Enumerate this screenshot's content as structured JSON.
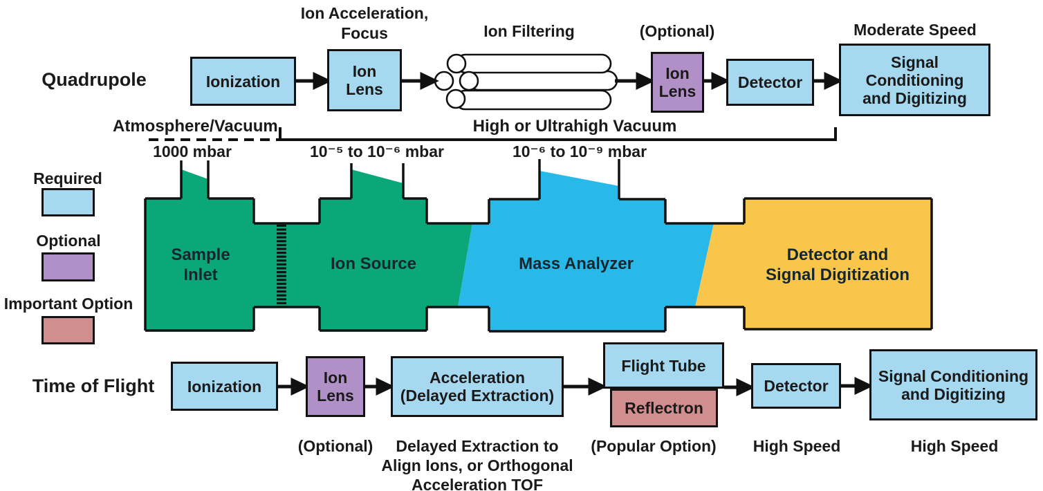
{
  "colors": {
    "required_blue": "#a6d8f0",
    "optional_purple": "#b190c8",
    "important_salmon": "#d18e8e",
    "green": "#0ba778",
    "blue": "#29b9e8",
    "yellow": "#f7c64b",
    "outline": "#111111"
  },
  "legend": {
    "required": "Required",
    "optional": "Optional",
    "important": "Important Option"
  },
  "quadrupole_row": {
    "row_label": "Quadrupole",
    "captions": {
      "ion_lens": "Ion Acceleration,\nFocus",
      "filtering": "Ion Filtering",
      "optional": "(Optional)",
      "signal": "Moderate Speed"
    },
    "boxes": {
      "ionization": "Ionization",
      "ion_lens": "Ion\nLens",
      "ion_lens_optional": "Ion\nLens",
      "detector": "Detector",
      "signal": "Signal Conditioning\nand Digitizing"
    }
  },
  "pressure": {
    "atmosphere": "Atmosphere/Vacuum",
    "vacuum": "High or Ultrahigh Vacuum",
    "p1": "1000 mbar",
    "p2": "10⁻⁵ to 10⁻⁶ mbar",
    "p3": "10⁻⁶ to 10⁻⁹ mbar"
  },
  "stages": {
    "sample_inlet": "Sample\nInlet",
    "ion_source": "Ion Source",
    "mass_analyzer": "Mass Analyzer",
    "detector": "Detector and\nSignal Digitization"
  },
  "tof_row": {
    "row_label": "Time of Flight",
    "boxes": {
      "ionization": "Ionization",
      "ion_lens": "Ion\nLens",
      "acceleration": "Acceleration\n(Delayed Extraction)",
      "flight_tube": "Flight Tube",
      "reflectron": "Reflectron",
      "detector": "Detector",
      "signal": "Signal Conditioning\nand Digitizing"
    },
    "captions": {
      "optional": "(Optional)",
      "delayed": "Delayed Extraction to\nAlign Ions, or Orthogonal\nAcceleration TOF",
      "popular": "(Popular Option)",
      "high_speed_detector": "High Speed",
      "high_speed_signal": "High Speed"
    }
  }
}
